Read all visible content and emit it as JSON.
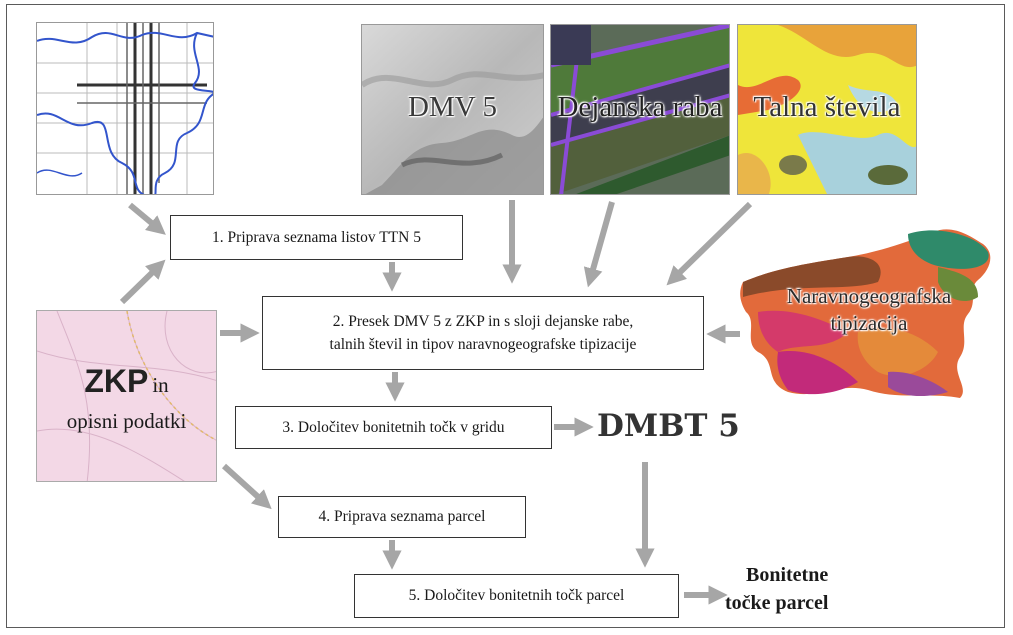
{
  "tiles": {
    "dmv": "DMV 5",
    "raba": "Dejanska raba",
    "talna": "Talna števila",
    "naravno_line1": "Naravnogeografska",
    "naravno_line2": "tipizacija",
    "zkp_main": "ZKP",
    "zkp_in": "in",
    "zkp_sub": "opisni podatki"
  },
  "steps": {
    "s1": "1. Priprava seznama listov TTN 5",
    "s2_line1": "2. Presek DMV 5 z ZKP in s sloji dejanske rabe,",
    "s2_line2": "talnih števil in tipov naravnogeografske tipizacije",
    "s3": "3. Določitev bonitetnih točk v gridu",
    "s4": "4. Priprava seznama parcel",
    "s5": "5. Določitev bonitetnih točk parcel"
  },
  "outputs": {
    "dmbt": "DMBT 5",
    "bonitetne_line1": "Bonitetne",
    "bonitetne_line2": "točke parcel"
  },
  "colors": {
    "arrow": "#a6a6a6",
    "box_border": "#333333",
    "zkp_pink": "#f3d8e6"
  }
}
